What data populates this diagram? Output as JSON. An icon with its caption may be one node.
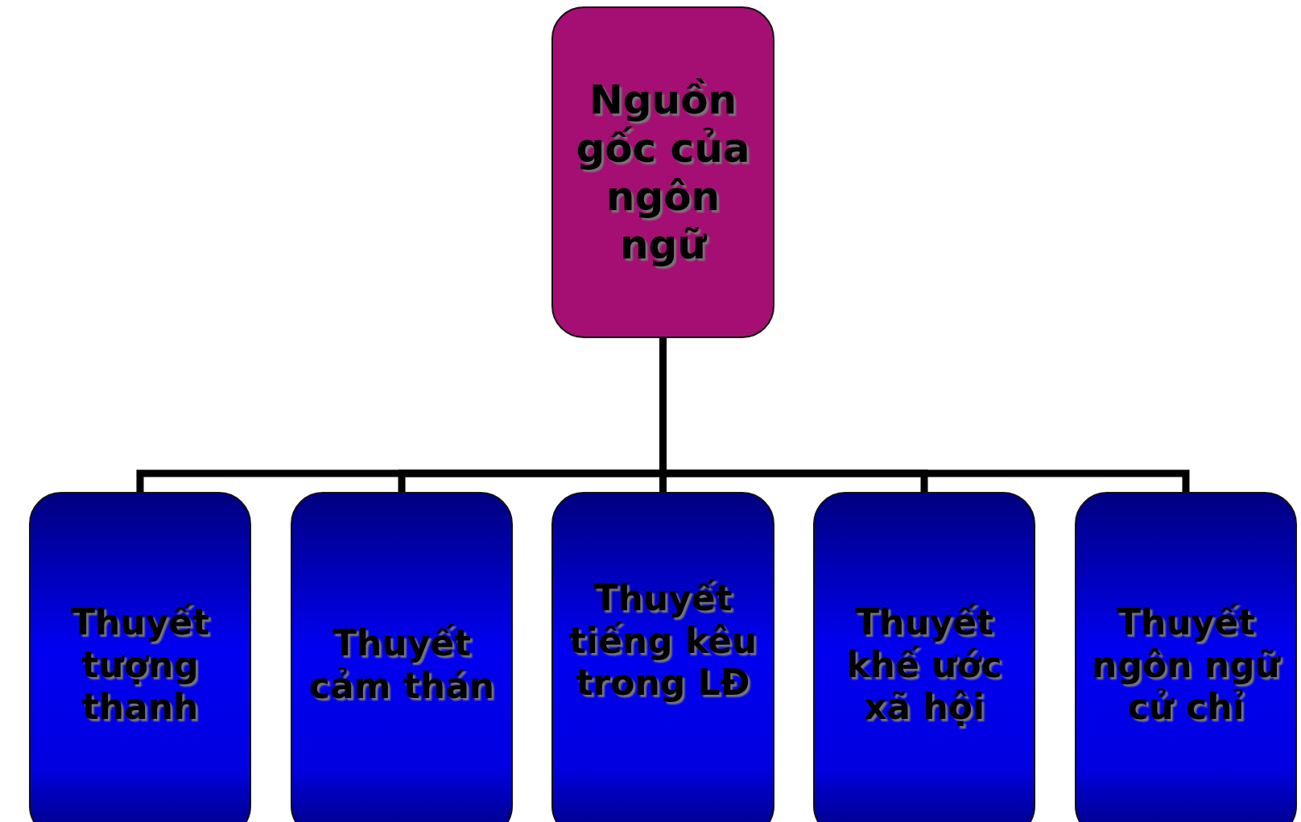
{
  "diagram": {
    "nodes": [
      {
        "text": [
          "Nguồn gốc của ngôn ngữ"
        ]
      },
      {
        "text": [
          "Thuyết tượng thanh"
        ]
      },
      {
        "text": [
          "Thuyết cảm thán"
        ]
      },
      {
        "text": [
          "Thuyết tiếng kêu trong LĐ"
        ]
      },
      {
        "text": [
          "Thuyết khế ước xã hội"
        ]
      },
      {
        "text": [
          "Thuyết ngôn ngữ cử chỉ"
        ]
      }
    ],
    "edges": [
      {
        "from": 0,
        "to": 1,
        "arrow": "none"
      },
      {
        "from": 0,
        "to": 2,
        "arrow": "none"
      },
      {
        "from": 0,
        "to": 3,
        "arrow": "none"
      },
      {
        "from": 0,
        "to": 4,
        "arrow": "none"
      },
      {
        "from": 0,
        "to": 5,
        "arrow": "none"
      }
    ]
  }
}
